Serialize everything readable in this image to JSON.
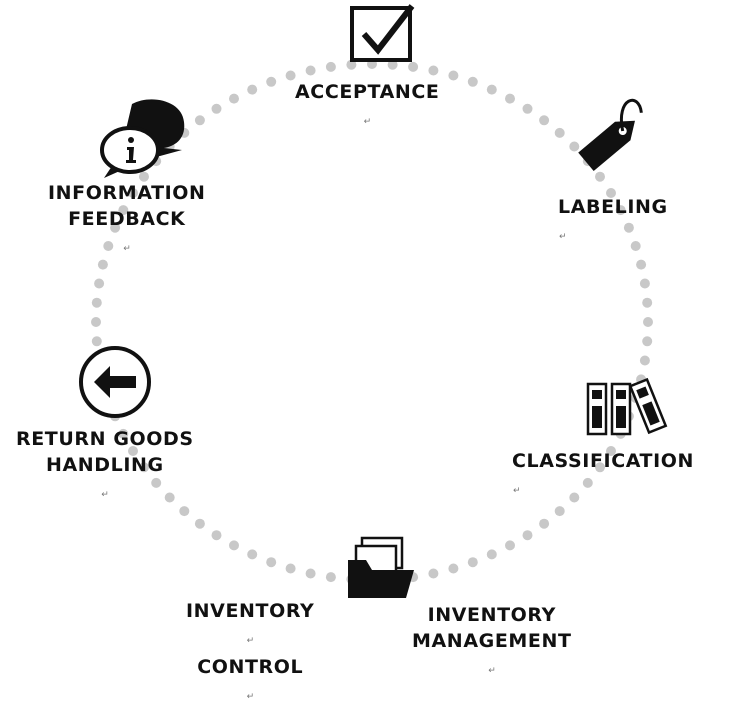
{
  "diagram": {
    "title": "",
    "dot_color": "#c8c8c8",
    "steps": [
      {
        "id": "acceptance",
        "icon": "checkbox-icon",
        "lines": [
          "ACCEPTANCE"
        ]
      },
      {
        "id": "labeling",
        "icon": "tag-icon",
        "lines": [
          "LABELING"
        ]
      },
      {
        "id": "classification",
        "icon": "binders-icon",
        "lines": [
          "CLASSIFICATION"
        ]
      },
      {
        "id": "inventory-management",
        "icon": "folder-icon",
        "lines": [
          "INVENTORY",
          "MANAGEMENT"
        ]
      },
      {
        "id": "inventory-control",
        "icon": "folder-icon",
        "lines": [
          "INVENTORY",
          "CONTROL"
        ]
      },
      {
        "id": "return-goods-handling",
        "icon": "back-arrow-icon",
        "lines": [
          "RETURN GOODS",
          "HANDLING"
        ]
      },
      {
        "id": "information-feedback",
        "icon": "info-chat-icon",
        "lines": [
          "INFORMATION",
          "FEEDBACK"
        ]
      }
    ],
    "paragraph_mark": "↵"
  }
}
